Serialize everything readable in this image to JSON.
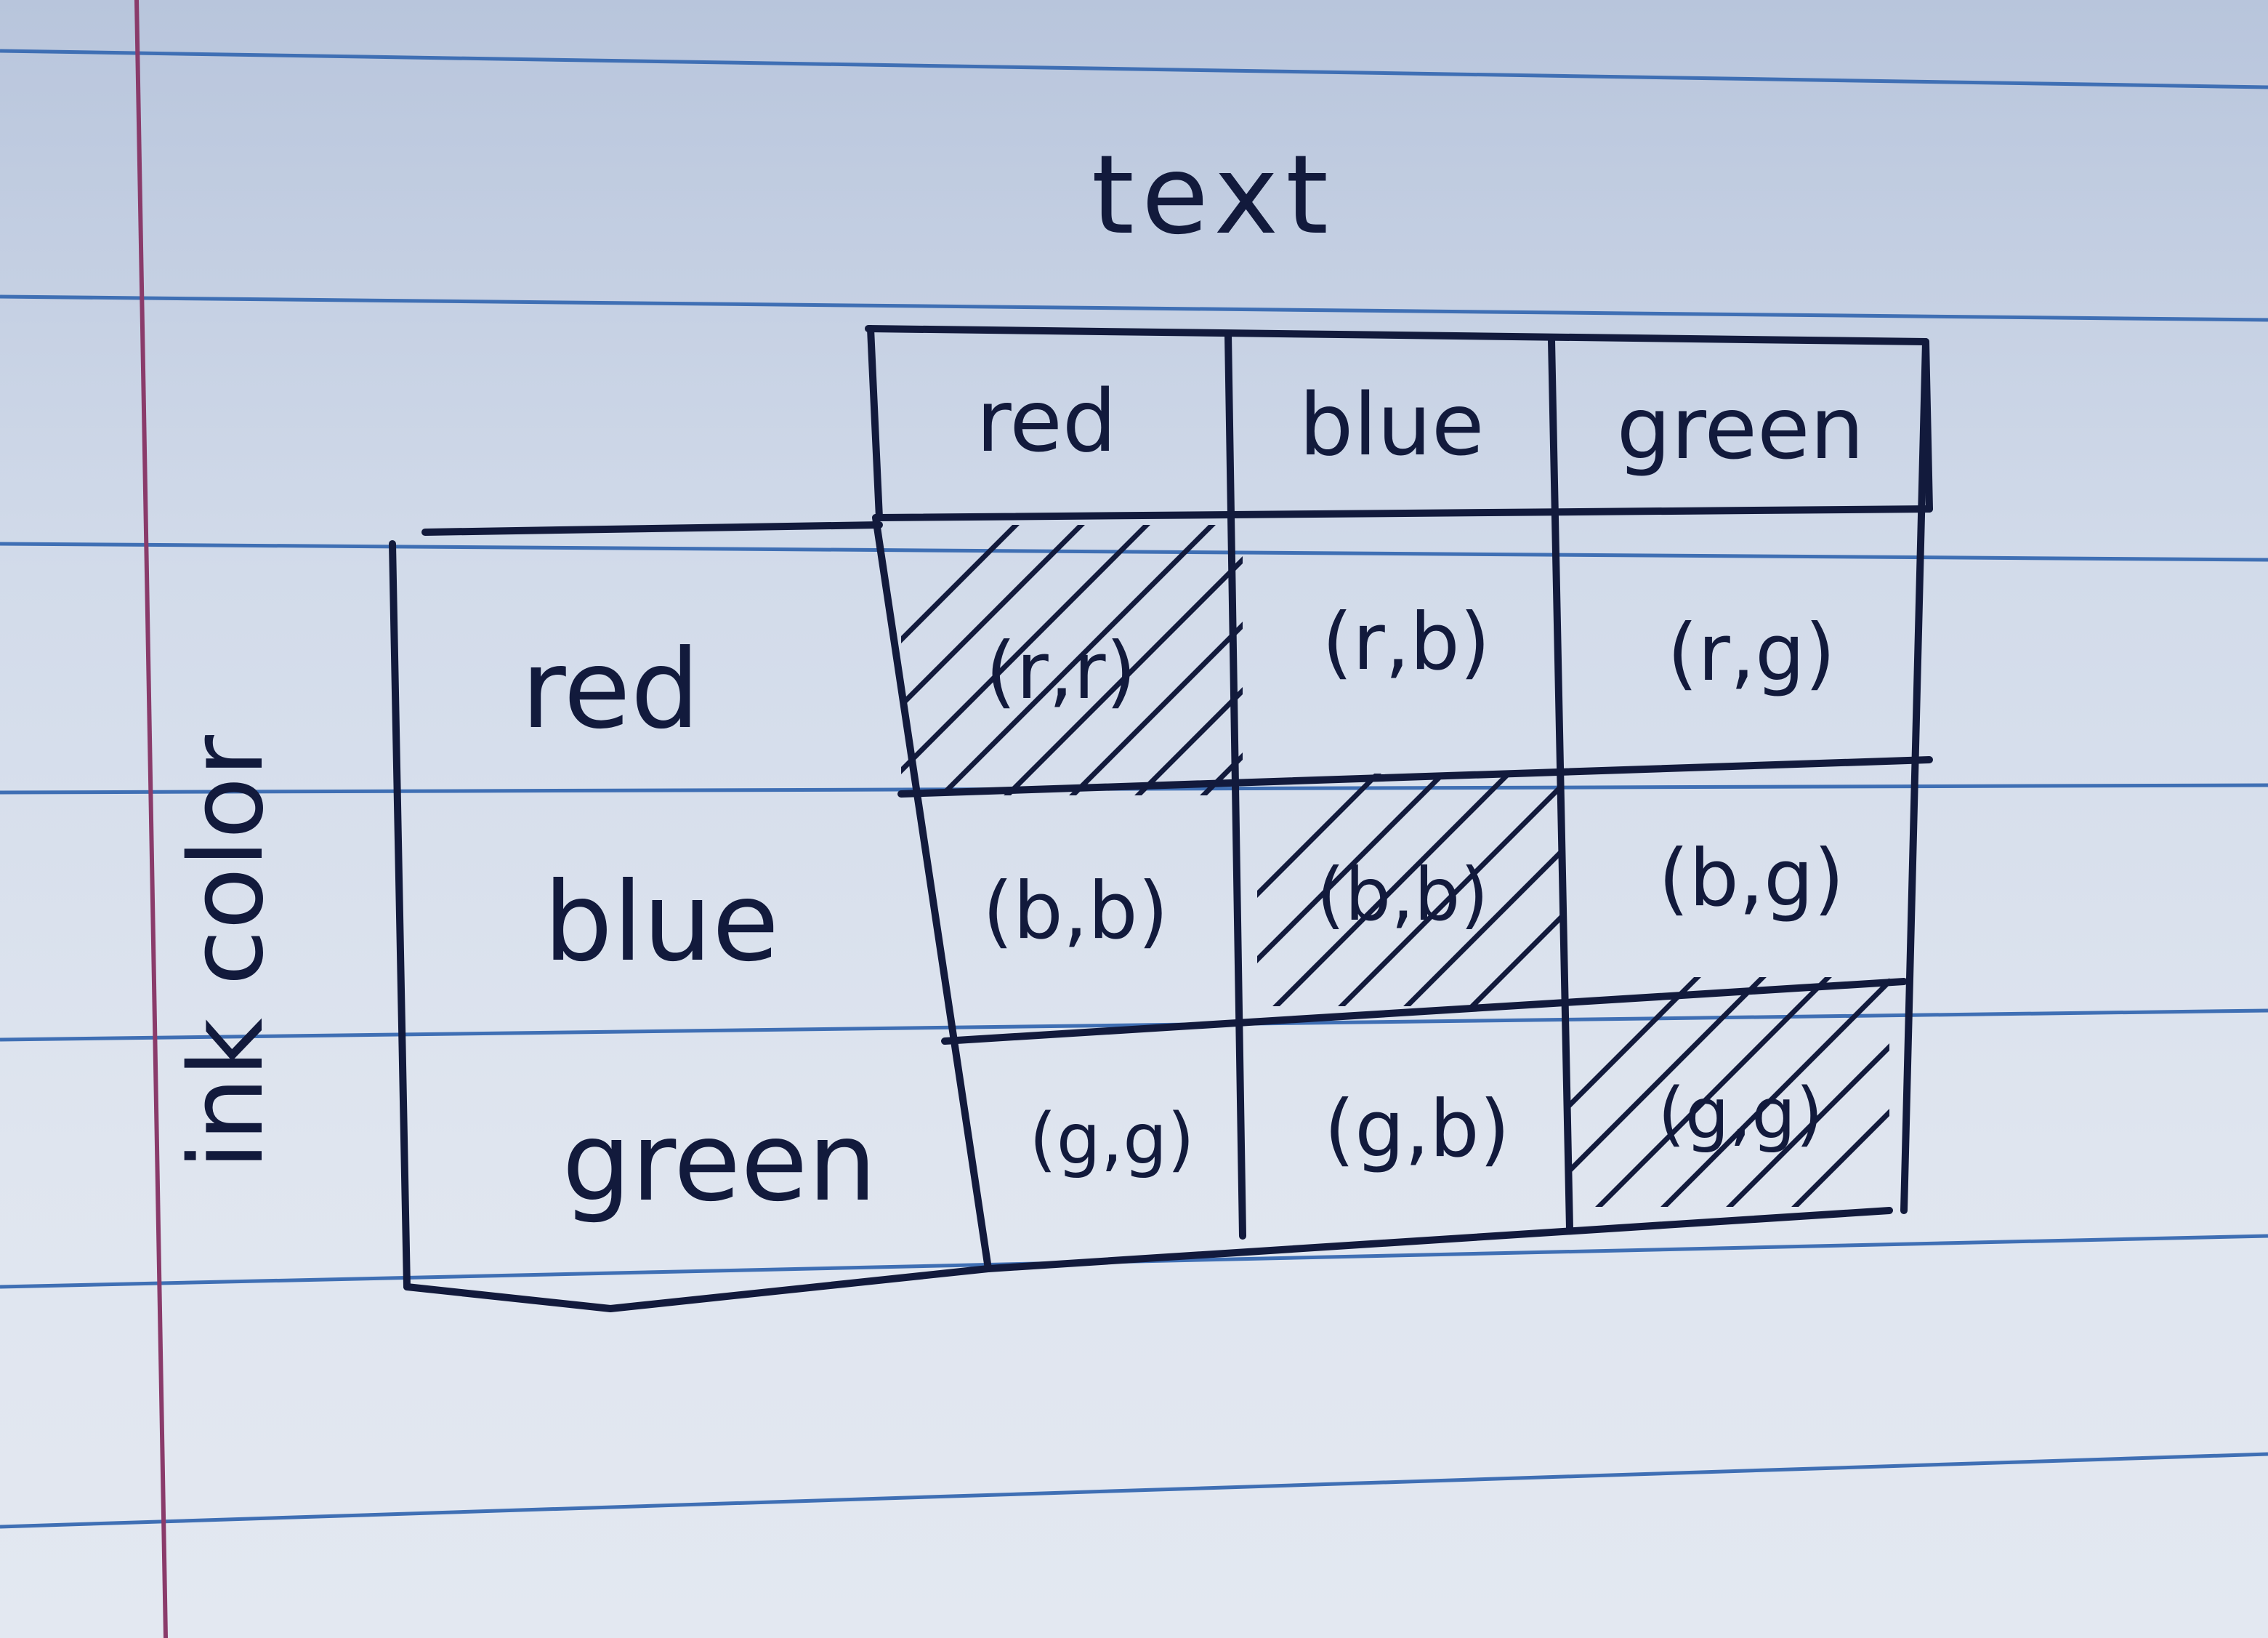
{
  "column_axis_label": "text",
  "row_axis_label": "ink color",
  "column_headers": [
    "red",
    "blue",
    "green"
  ],
  "row_headers": [
    "red",
    "blue",
    "green"
  ],
  "cells": [
    [
      {
        "label": "(r,r)",
        "shaded": true
      },
      {
        "label": "(r,b)",
        "shaded": false
      },
      {
        "label": "(r,g)",
        "shaded": false
      }
    ],
    [
      {
        "label": "(b,b)",
        "shaded": false
      },
      {
        "label": "(b,b)",
        "shaded": true
      },
      {
        "label": "(b,g)",
        "shaded": false
      }
    ],
    [
      {
        "label": "(g,g)",
        "shaded": false
      },
      {
        "label": "(g,b)",
        "shaded": false
      },
      {
        "label": "(g,g)",
        "shaded": true
      }
    ]
  ],
  "colors": {
    "ink": "#121a3c",
    "rule_lines": "#3f6fb4",
    "margin_line": "#8a3b6a"
  }
}
